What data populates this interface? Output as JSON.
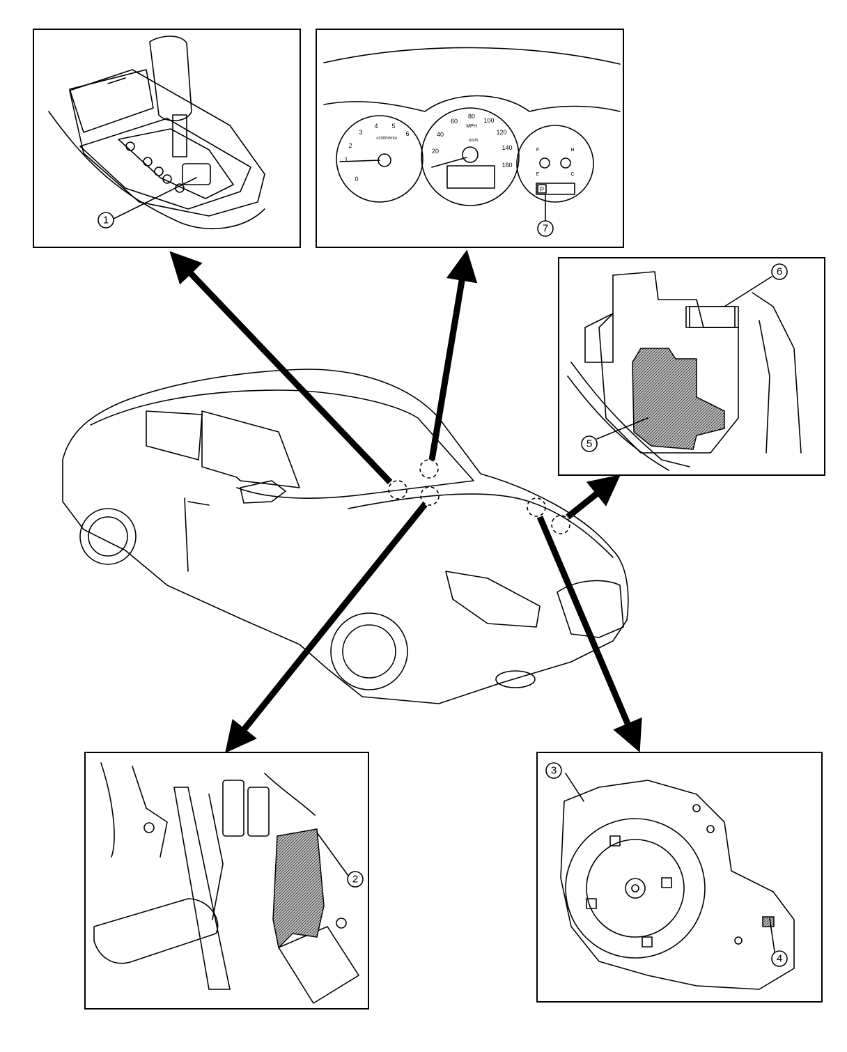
{
  "diagram": {
    "callouts": [
      {
        "id": "1",
        "label": "1"
      },
      {
        "id": "2",
        "label": "2"
      },
      {
        "id": "3",
        "label": "3"
      },
      {
        "id": "4",
        "label": "4"
      },
      {
        "id": "5",
        "label": "5"
      },
      {
        "id": "6",
        "label": "6"
      },
      {
        "id": "7",
        "label": "7"
      }
    ],
    "cluster": {
      "tach_ticks": [
        "0",
        "1",
        "2",
        "3",
        "4",
        "5",
        "6"
      ],
      "tach_unit": "x1000r/min",
      "speed_ticks": [
        "20",
        "40",
        "60",
        "80",
        "100",
        "120",
        "140",
        "160"
      ],
      "speed_unit": "MPH",
      "speed_subunit": "km/h",
      "fuel_full": "F",
      "fuel_empty": "E",
      "temp_hot": "H",
      "temp_cold": "C",
      "shift_indicator": "P"
    }
  }
}
